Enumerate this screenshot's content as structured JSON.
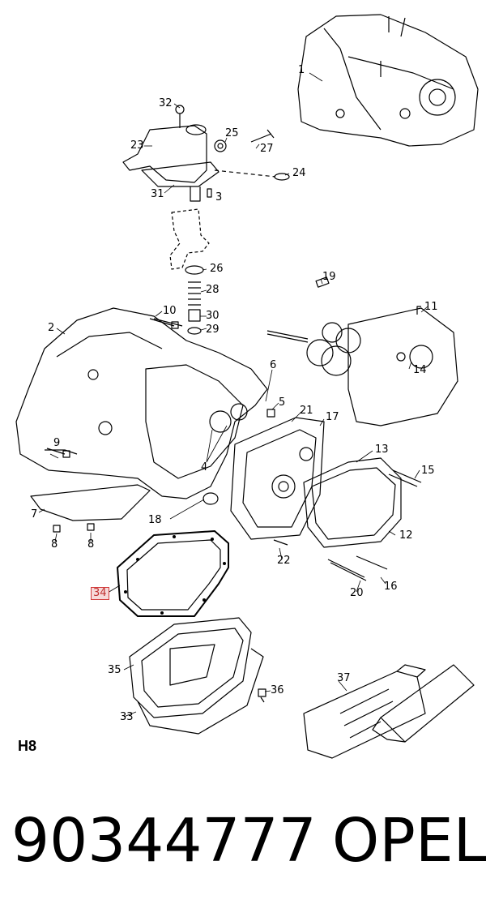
{
  "diagram": {
    "labels": [
      "1",
      "32",
      "23",
      "25",
      "27",
      "24",
      "31",
      "3",
      "26",
      "28",
      "19",
      "10",
      "30",
      "29",
      "11",
      "2",
      "6",
      "14",
      "5",
      "21",
      "17",
      "4",
      "13",
      "15",
      "9",
      "7",
      "18",
      "12",
      "8",
      "8",
      "22",
      "16",
      "34",
      "20",
      "37",
      "35",
      "36",
      "33"
    ],
    "highlighted_label": "34",
    "page_code": "H8"
  },
  "footer": {
    "part_number": "90344777",
    "brand": "OPEL"
  },
  "colors": {
    "highlight_border": "#d23a3a",
    "highlight_fill": "#f6d9d9"
  }
}
